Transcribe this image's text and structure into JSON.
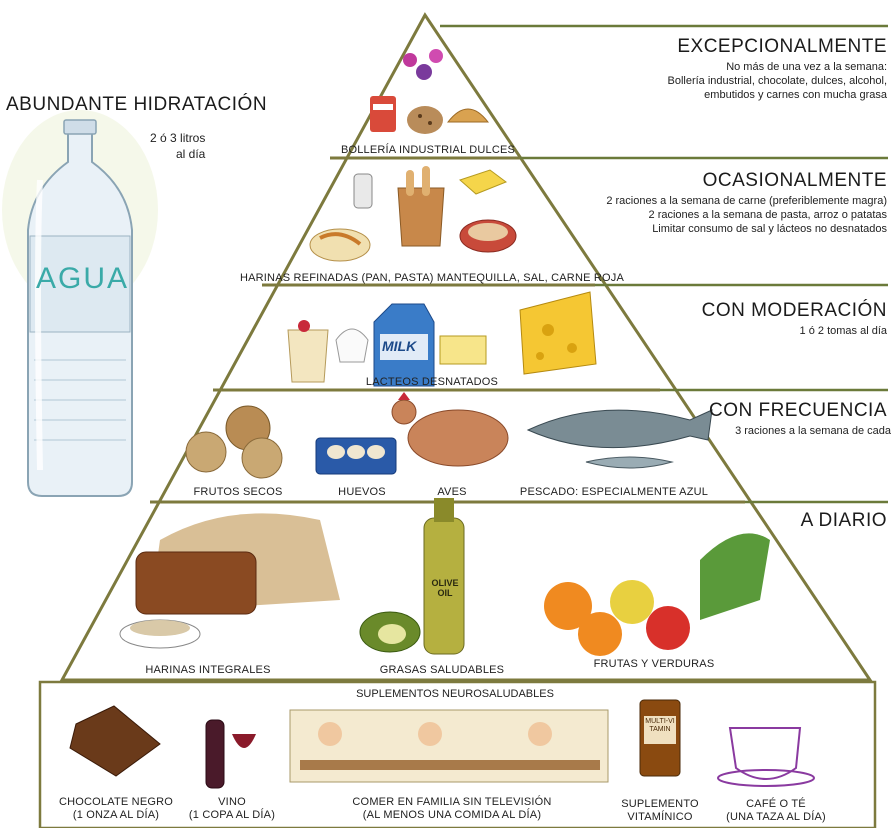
{
  "hydration": {
    "title": "ABUNDANTE HIDRATACIÓN",
    "subtitle_line1": "2 ó 3 litros",
    "subtitle_line2": "al día",
    "bottle_label": "AGUA"
  },
  "tiers": [
    {
      "title": "EXCEPCIONALMENTE",
      "desc": [
        "No más de una vez a la semana:",
        "Bollería industrial, chocolate, dulces, alcohol,",
        "embutidos y carnes con mucha grasa"
      ],
      "labels": [
        "BOLLERÍA INDUSTRIAL DULCES"
      ]
    },
    {
      "title": "OCASIONALMENTE",
      "desc": [
        "2 raciones a la semana de carne (preferiblemente magra)",
        "2 raciones a la semana de pasta, arroz o patatas",
        "Limitar consumo de sal y lácteos no desnatados"
      ],
      "labels": [
        "HARINAS REFINADAS (PAN, PASTA) MANTEQUILLA, SAL, CARNE ROJA"
      ]
    },
    {
      "title": "CON MODERACIÓN",
      "desc": [
        "1 ó 2 tomas al día"
      ],
      "labels": [
        "LACTEOS DESNATADOS"
      ]
    },
    {
      "title": "CON FRECUENCIA",
      "desc": [
        "3 raciones a la semana de cada"
      ],
      "labels": [
        "FRUTOS SECOS",
        "HUEVOS",
        "AVES",
        "PESCADO: ESPECIALMENTE AZUL"
      ]
    },
    {
      "title": "A DIARIO",
      "desc": [],
      "labels": [
        "HARINAS INTEGRALES",
        "GRASAS SALUDABLES",
        "FRUTAS Y VERDURAS"
      ]
    }
  ],
  "supplements": {
    "title": "SUPLEMENTOS NEUROSALUDABLES",
    "items": [
      {
        "line1": "CHOCOLATE NEGRO",
        "line2": "(1 ONZA AL DÍA)"
      },
      {
        "line1": "VINO",
        "line2": "(1 COPA AL DÍA)"
      },
      {
        "line1": "COMER EN FAMILIA SIN TELEVISIÓN",
        "line2": "(AL MENOS UNA COMIDA AL DÍA)"
      },
      {
        "line1": "SUPLEMENTO",
        "line2": "VITAMÍNICO"
      },
      {
        "line1": "CAFÉ O TÉ",
        "line2": "(UNA TAZA AL DÍA)"
      }
    ],
    "milk_label": "MILK",
    "oil_label": "OLIVE OIL",
    "vitamin_label": "MULTI-VITAMIN"
  },
  "colors": {
    "pyramid_line": "#7d7a3e",
    "divider": "#6b7a3a"
  }
}
